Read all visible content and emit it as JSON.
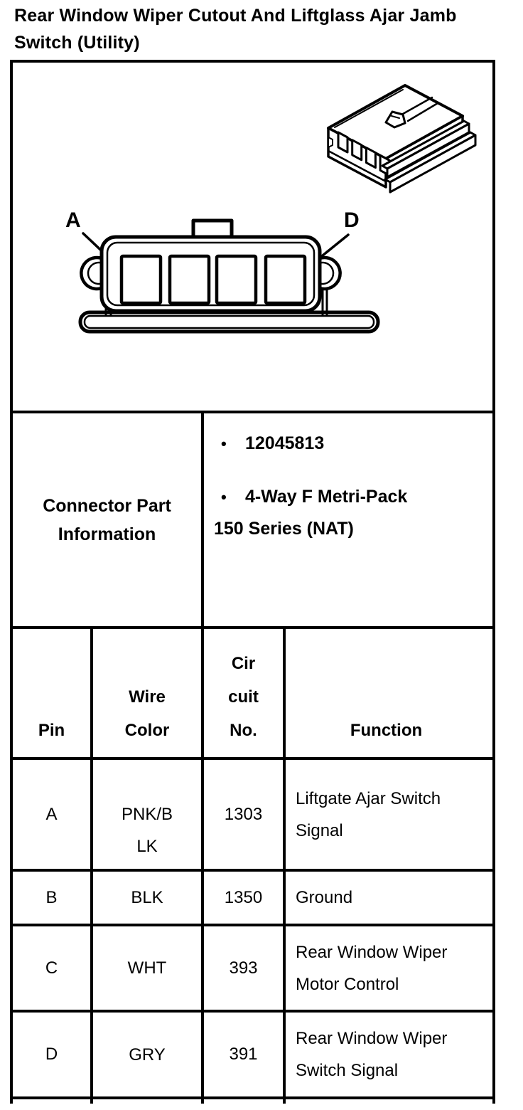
{
  "page_title": "Rear Window Wiper Cutout And Liftglass Ajar Jamb\nSwitch (Utility)",
  "diagram": {
    "pin_label_a": "A",
    "pin_label_d": "D",
    "iso_view_icon": "connector-3d-isometric-line-art",
    "front_view_icon": "connector-face-4-cavity-line-art"
  },
  "part_info": {
    "label": "Connector Part\nInformation",
    "bullet_glyph": "•",
    "bullets": [
      {
        "text": "12045813",
        "continuation": ""
      },
      {
        "text": "4-Way F Metri-Pack",
        "continuation": "150 Series (NAT)"
      }
    ]
  },
  "pin_table": {
    "headers": {
      "pin": "Pin",
      "wire_color": "Wire\nColor",
      "circuit_no": "Cir\ncuit\nNo.",
      "function": "Function"
    },
    "rows": [
      {
        "pin": "A",
        "wire_color": "PNK/B\nLK",
        "circuit_no": "1303",
        "function": "Liftgate Ajar Switch\nSignal"
      },
      {
        "pin": "B",
        "wire_color": "BLK",
        "circuit_no": "1350",
        "function": "Ground"
      },
      {
        "pin": "C",
        "wire_color": "WHT",
        "circuit_no": "393",
        "function": "Rear Window Wiper\nMotor Control"
      },
      {
        "pin": "D",
        "wire_color": "GRY",
        "circuit_no": "391",
        "function": "Rear Window Wiper\nSwitch Signal"
      }
    ]
  },
  "colors": {
    "ink": "#000000",
    "paper": "#ffffff"
  }
}
